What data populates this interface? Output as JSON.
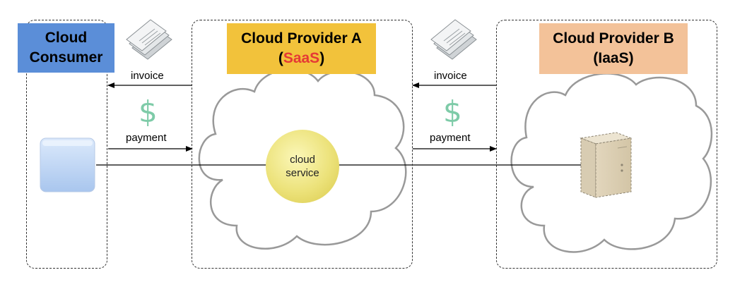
{
  "consumer": {
    "title_line1": "Cloud",
    "title_line2": "Consumer",
    "fill": "#5b8ed8"
  },
  "provider_a": {
    "title_line1": "Cloud Provider A",
    "open_paren": "(",
    "model": "SaaS",
    "close_paren": ")",
    "fill": "#f2c23b",
    "model_color": "#e53935"
  },
  "provider_b": {
    "title_line1": "Cloud Provider B",
    "title_line2": "(IaaS)",
    "fill": "#f3c299"
  },
  "flow_left": {
    "invoice_label": "invoice",
    "payment_label": "payment",
    "dollar_symbol": "$"
  },
  "flow_right": {
    "invoice_label": "invoice",
    "payment_label": "payment",
    "dollar_symbol": "$"
  },
  "cloud_service": {
    "line1": "cloud",
    "line2": "service"
  },
  "colors": {
    "dollar": "#7ecba8",
    "line": "#000000",
    "cloud_stroke": "#999999"
  },
  "icons": {
    "consumer": "user-device-icon",
    "invoice": "document-stack-icon",
    "server": "server-tower-icon"
  }
}
